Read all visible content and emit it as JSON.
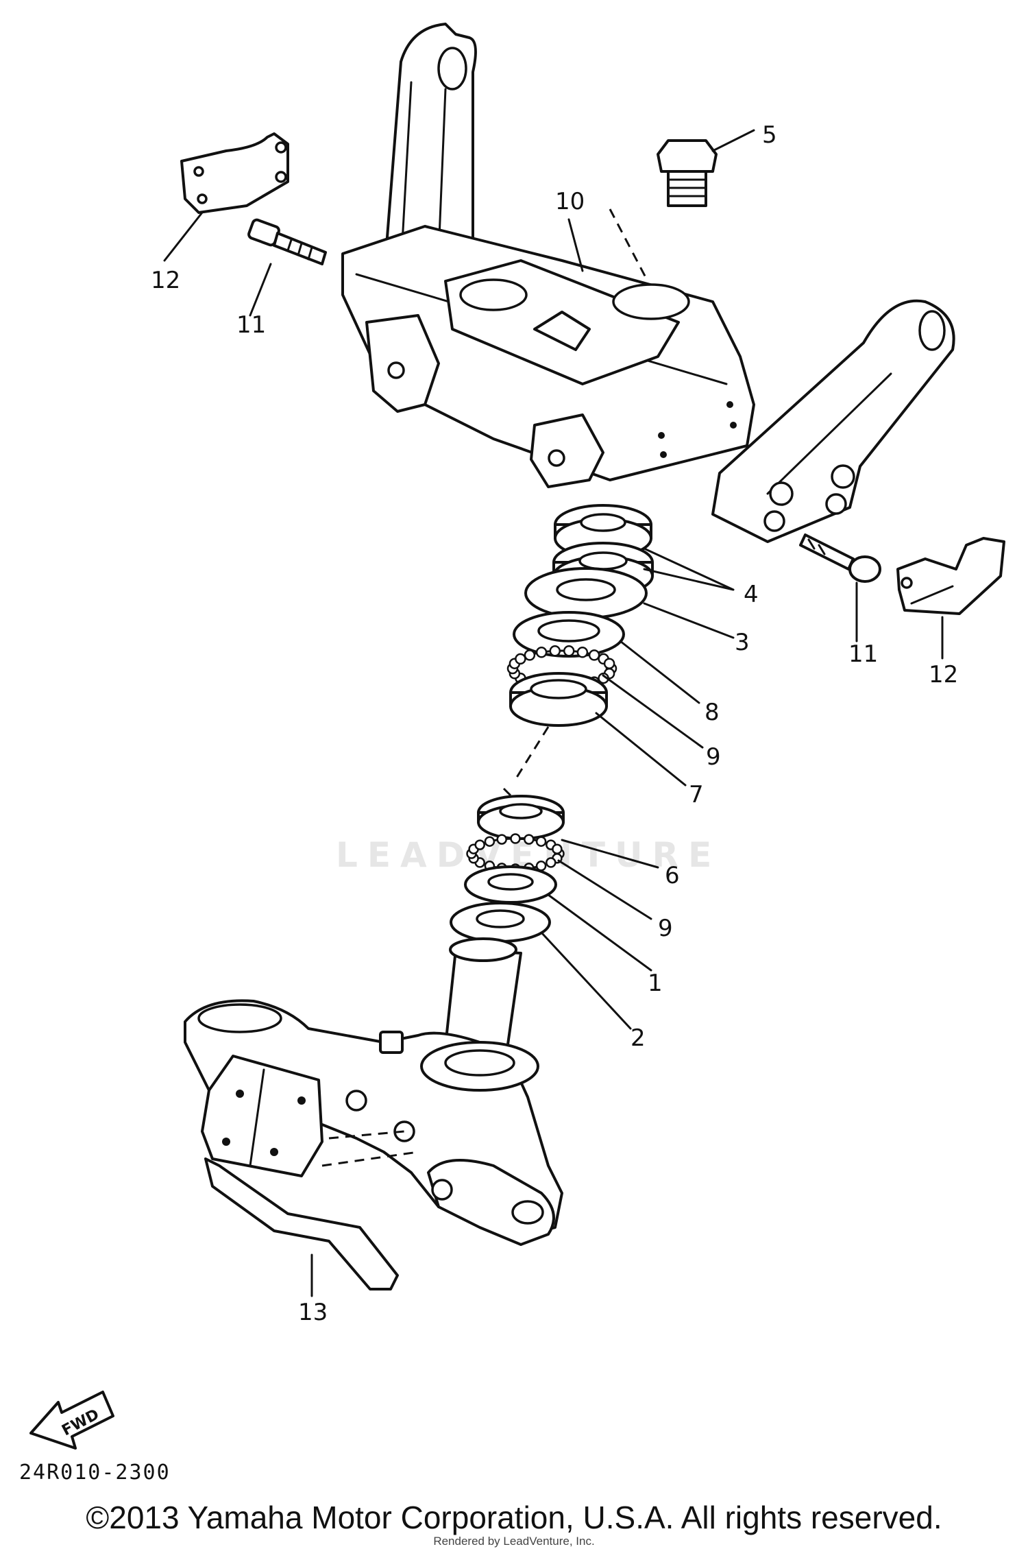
{
  "callouts": {
    "c1": "1",
    "c2": "2",
    "c3": "3",
    "c4": "4",
    "c5": "5",
    "c6": "6",
    "c7": "7",
    "c8": "8",
    "c9a": "9",
    "c9b": "9",
    "c10": "10",
    "c11a": "11",
    "c11b": "11",
    "c12a": "12",
    "c12b": "12",
    "c13": "13"
  },
  "fwd_label": "FWD",
  "diagram_code": "24R010-2300",
  "copyright": "©2013 Yamaha Motor Corporation, U.S.A. All rights reserved.",
  "credit": "Rendered by LeadVenture, Inc.",
  "watermark": "LEADVENTURE",
  "colors": {
    "ink": "#111111",
    "background": "#ffffff",
    "watermark": "#e6e6e6"
  }
}
